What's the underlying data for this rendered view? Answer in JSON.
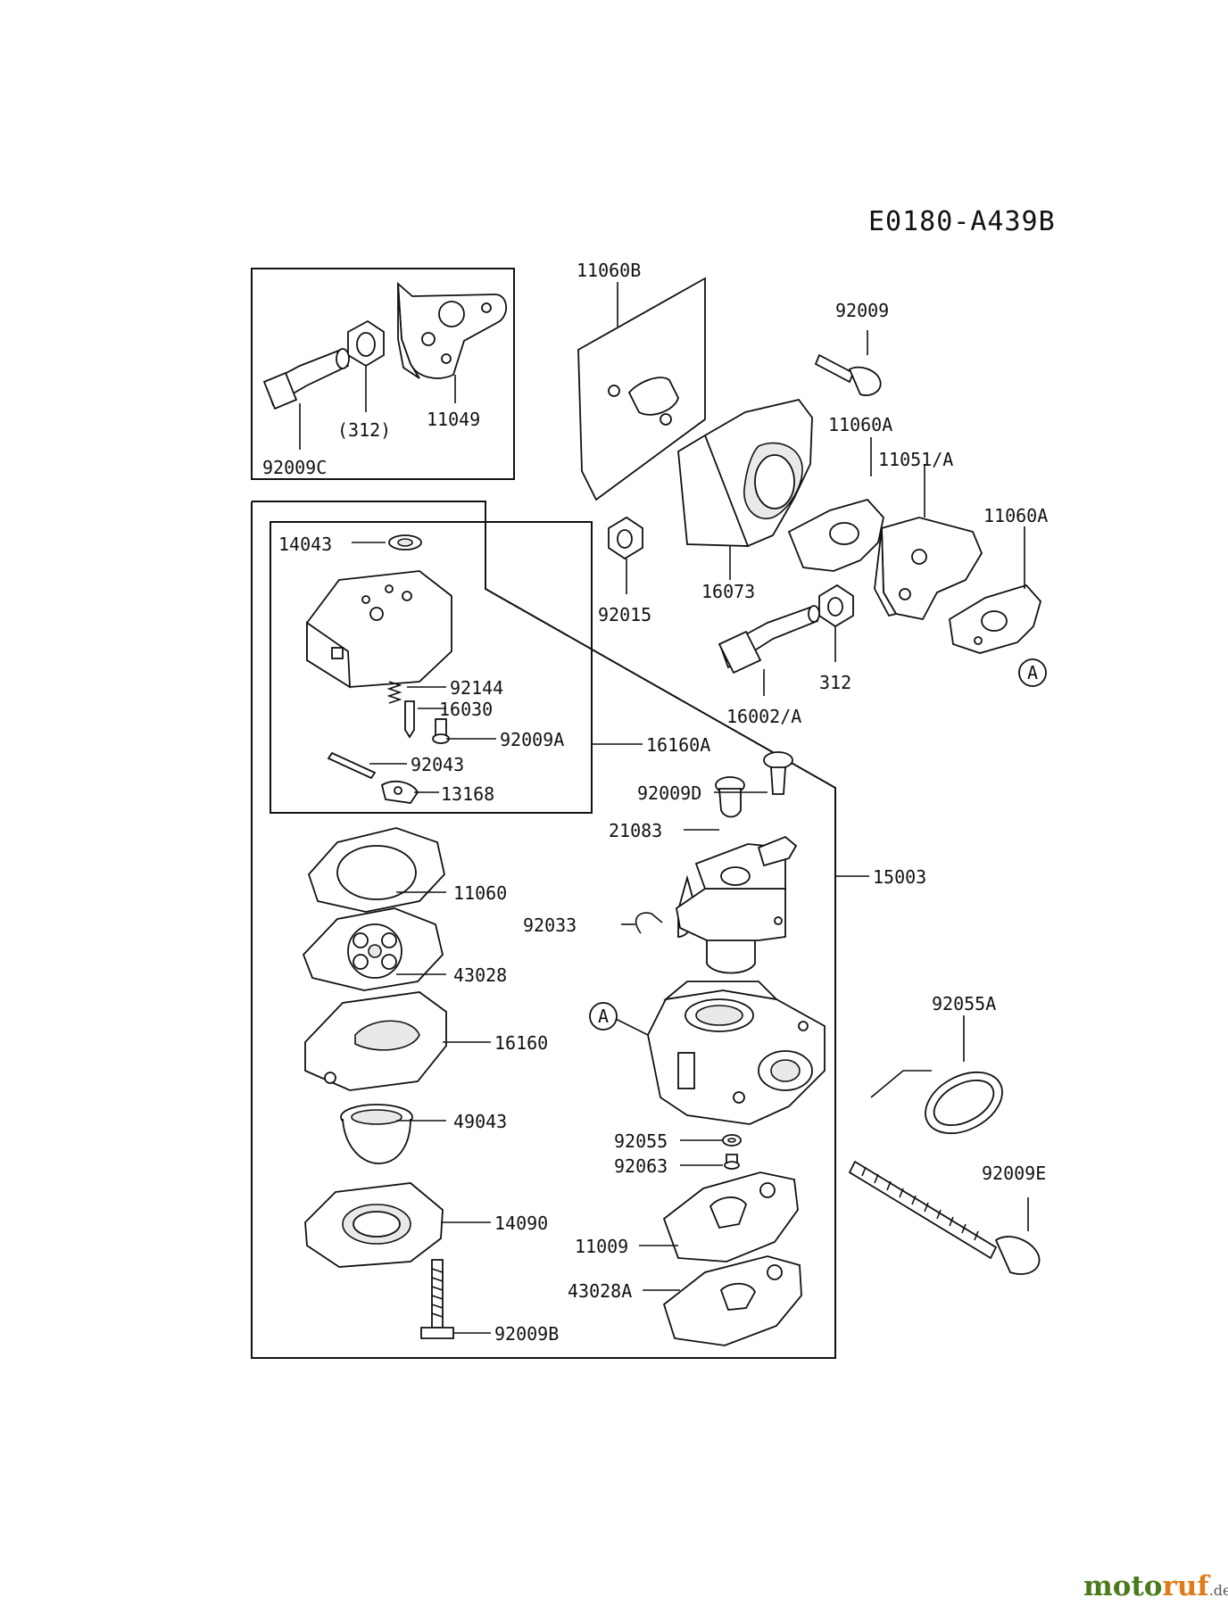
{
  "diagram_code": "E0180-A439B",
  "callout_ref": "A",
  "labels": {
    "p11060B": "11060B",
    "p92009": "92009",
    "p11060A_1": "11060A",
    "p11051A": "11051/A",
    "p11060A_2": "11060A",
    "p92015": "92015",
    "p16073": "16073",
    "p312": "312",
    "p16002A": "16002/A",
    "p312paren": "(312)",
    "p11049": "11049",
    "p92009C": "92009C",
    "p14043": "14043",
    "p92144": "92144",
    "p16030": "16030",
    "p92009A": "92009A",
    "p16160A": "16160A",
    "p92043": "92043",
    "p13168": "13168",
    "p92009D": "92009D",
    "p21083": "21083",
    "p15003": "15003",
    "p92033": "92033",
    "p11060": "11060",
    "p43028": "43028",
    "p92055A": "92055A",
    "p16160": "16160",
    "p49043": "49043",
    "p92055": "92055",
    "p92063": "92063",
    "p92009E": "92009E",
    "p14090": "14090",
    "p11009": "11009",
    "p43028A": "43028A",
    "p92009B": "92009B"
  },
  "watermark": {
    "part1": "moto",
    "part2": "ruf",
    "suffix": ".de"
  }
}
